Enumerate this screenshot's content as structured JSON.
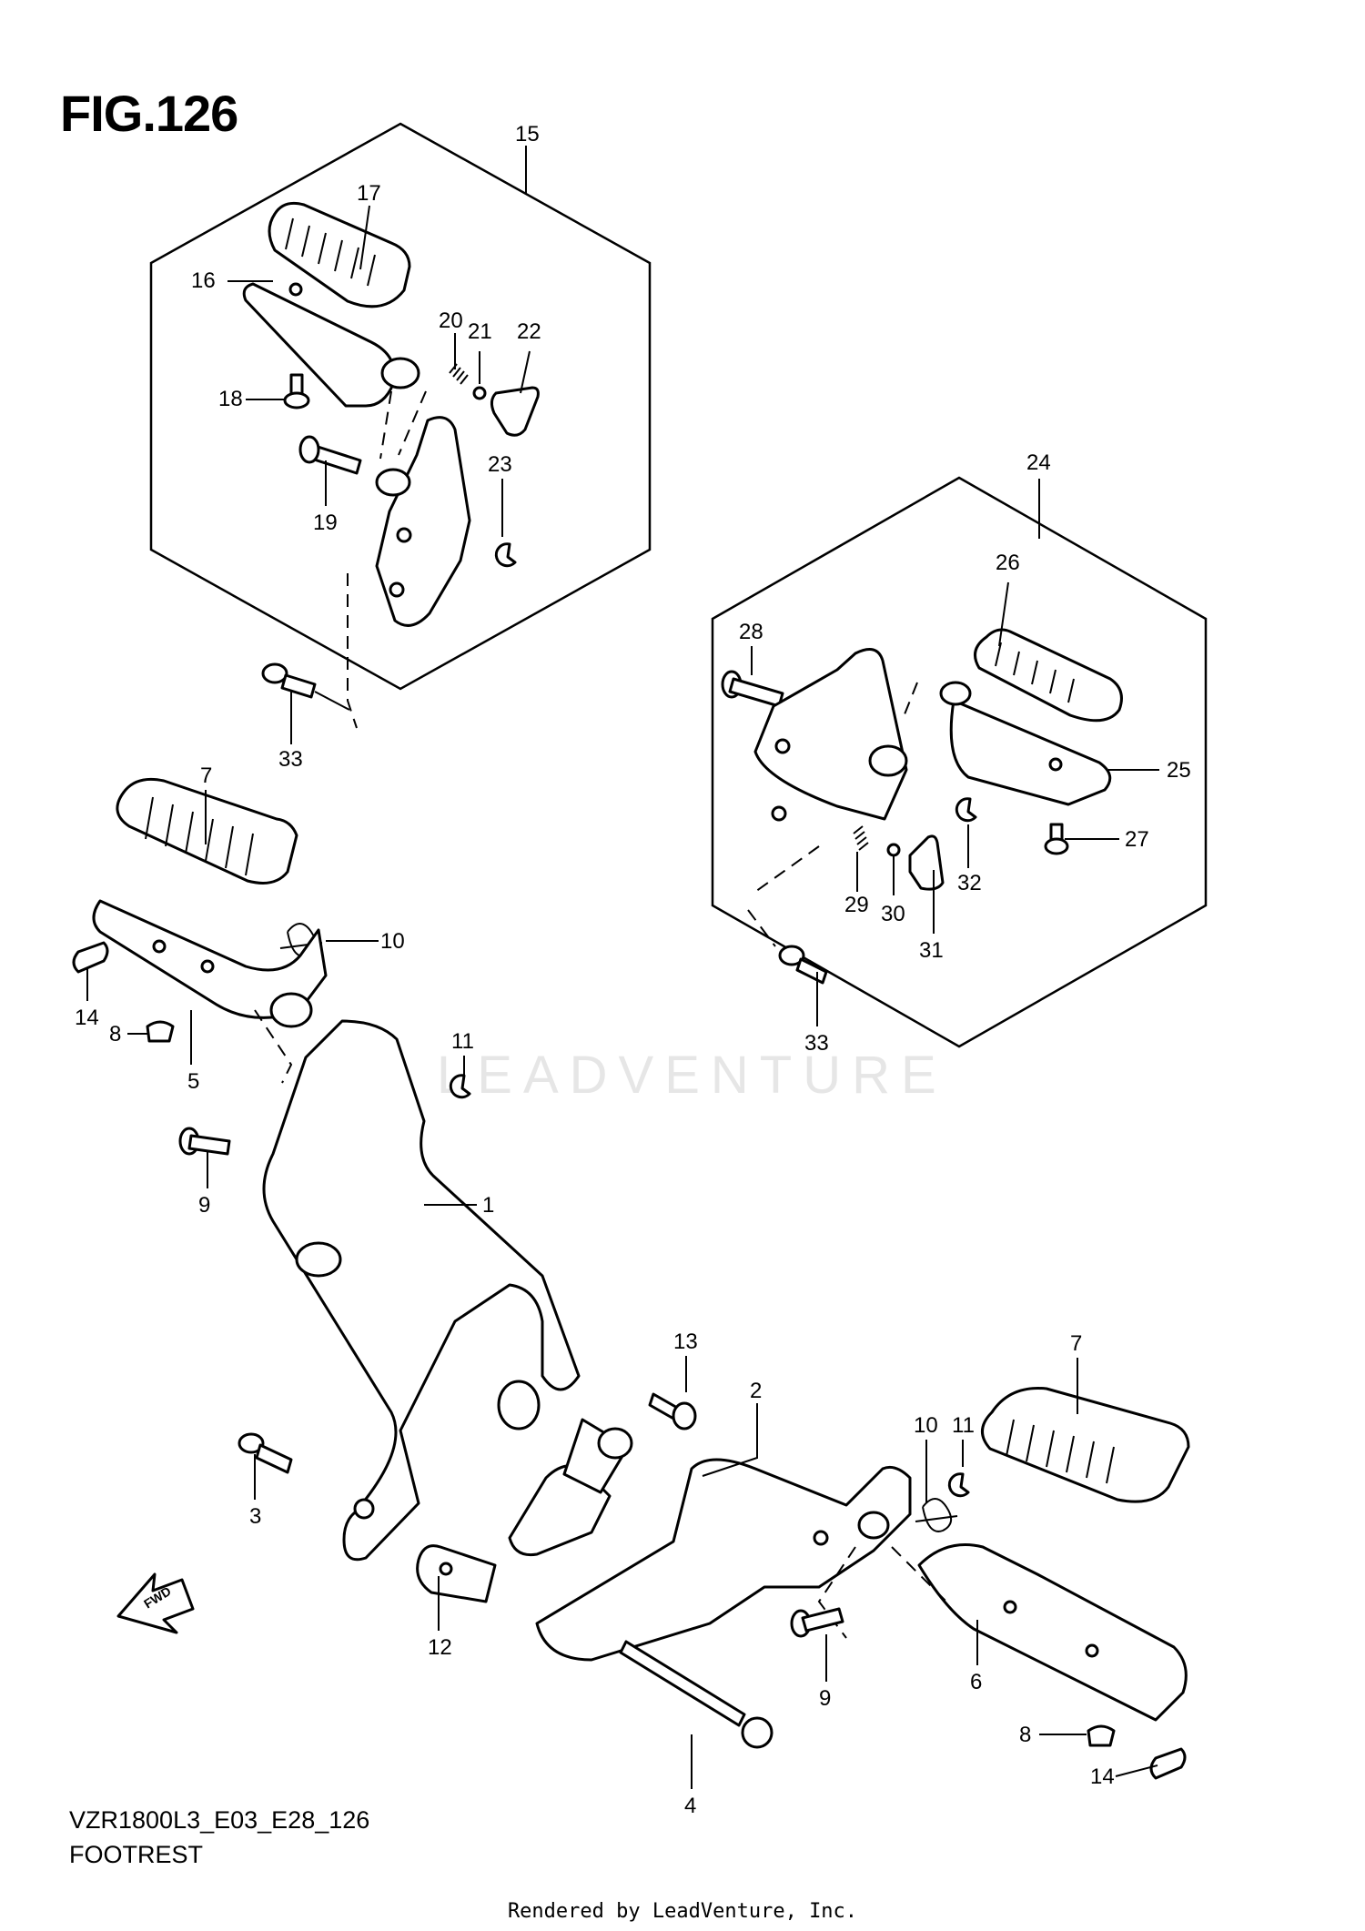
{
  "figure": {
    "title": "FIG.126",
    "code": "VZR1800L3_E03_E28_126",
    "name": "FOOTREST",
    "credit": "Rendered by LeadVenture, Inc.",
    "watermark": "LEADVENTURE",
    "fwd_label": "FWD"
  },
  "callouts": [
    {
      "id": "c15",
      "label": "15"
    },
    {
      "id": "c17",
      "label": "17"
    },
    {
      "id": "c16",
      "label": "16"
    },
    {
      "id": "c20",
      "label": "20"
    },
    {
      "id": "c21",
      "label": "21"
    },
    {
      "id": "c22",
      "label": "22"
    },
    {
      "id": "c18",
      "label": "18"
    },
    {
      "id": "c23",
      "label": "23"
    },
    {
      "id": "c19",
      "label": "19"
    },
    {
      "id": "c33a",
      "label": "33"
    },
    {
      "id": "c24",
      "label": "24"
    },
    {
      "id": "c26",
      "label": "26"
    },
    {
      "id": "c28",
      "label": "28"
    },
    {
      "id": "c25",
      "label": "25"
    },
    {
      "id": "c27",
      "label": "27"
    },
    {
      "id": "c29",
      "label": "29"
    },
    {
      "id": "c30",
      "label": "30"
    },
    {
      "id": "c32",
      "label": "32"
    },
    {
      "id": "c31",
      "label": "31"
    },
    {
      "id": "c33b",
      "label": "33"
    },
    {
      "id": "c7a",
      "label": "7"
    },
    {
      "id": "c10a",
      "label": "10"
    },
    {
      "id": "c14a",
      "label": "14"
    },
    {
      "id": "c8a",
      "label": "8"
    },
    {
      "id": "c5",
      "label": "5"
    },
    {
      "id": "c11a",
      "label": "11"
    },
    {
      "id": "c9a",
      "label": "9"
    },
    {
      "id": "c1",
      "label": "1"
    },
    {
      "id": "c13",
      "label": "13"
    },
    {
      "id": "c2",
      "label": "2"
    },
    {
      "id": "c7b",
      "label": "7"
    },
    {
      "id": "c11b",
      "label": "11"
    },
    {
      "id": "c10b",
      "label": "10"
    },
    {
      "id": "c3",
      "label": "3"
    },
    {
      "id": "c12",
      "label": "12"
    },
    {
      "id": "c9b",
      "label": "9"
    },
    {
      "id": "c6",
      "label": "6"
    },
    {
      "id": "c8b",
      "label": "8"
    },
    {
      "id": "c14b",
      "label": "14"
    },
    {
      "id": "c4",
      "label": "4"
    }
  ]
}
